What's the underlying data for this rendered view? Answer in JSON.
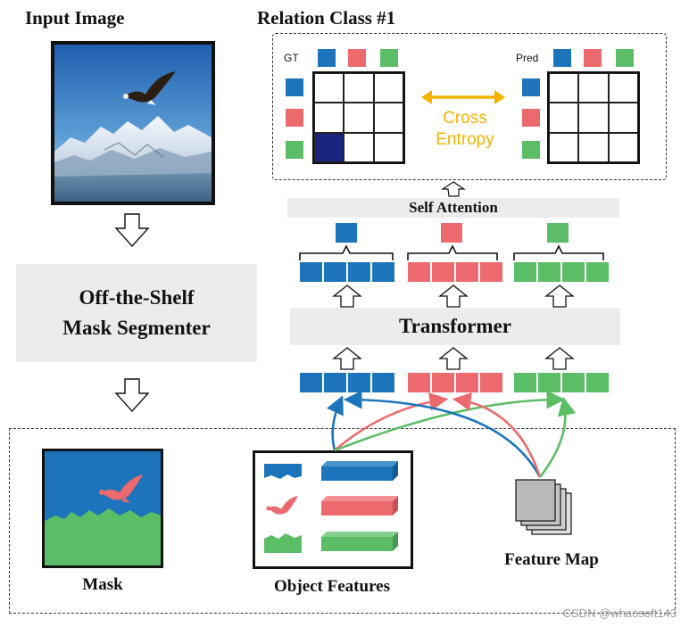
{
  "titles": {
    "input_image": "Input Image",
    "relation_class": "Relation Class #1"
  },
  "segmenter": {
    "line1": "Off-the-Shelf",
    "line2": "Mask Segmenter"
  },
  "relation": {
    "gt_label": "GT",
    "pred_label": "Pred",
    "loss_line1": "Cross",
    "loss_line2": "Entropy"
  },
  "self_attention_label": "Self Attention",
  "transformer_label": "Transformer",
  "bottom": {
    "mask_label": "Mask",
    "object_features_label": "Object Features",
    "feature_map_label": "Feature Map"
  },
  "watermark": "CSDN @whaosoft143",
  "colors": {
    "blue": "#1c75bb",
    "red": "#ec6a6d",
    "green": "#5cbd67",
    "navy_highlight": "#1a237e",
    "cross_entropy": "#f2b300",
    "panel_gray": "#ececec"
  }
}
